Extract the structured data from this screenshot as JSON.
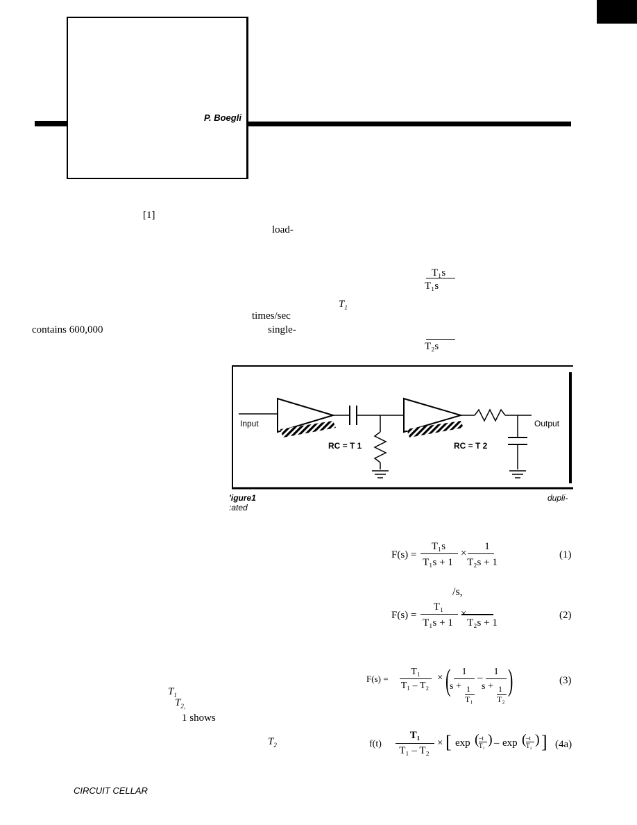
{
  "page": {
    "author": "P. Boegli",
    "footer": "CIRCUIT CELLAR"
  },
  "text_fragments": {
    "ref1": "[1]",
    "load": "load-",
    "t1s_top": "T₁s",
    "t1s_mid": "T₁s",
    "t1_italic": "T",
    "t1_italic_sub": "1",
    "times_sec": "times/sec",
    "contains": "contains 600,000",
    "single": "single-",
    "t2s_mid": "T₂s",
    "t1_lower": "T",
    "t1_lower_sub": "1",
    "t2_lower": "T",
    "t2_lower_sub": "2,",
    "one_shows": "1 shows",
    "t2_last": "T",
    "t2_last_sub": "2",
    "per_s": "/s,"
  },
  "figure": {
    "input_label": "Input",
    "output_label": "Output",
    "rc1_label": "RC = T 1",
    "rc2_label": "RC = T 2",
    "caption_left_1": "'igure1",
    "caption_left_2": ":ated",
    "caption_right": "dupli-"
  },
  "equations": {
    "eq1": {
      "lhs": "F(s) =",
      "num1": "T₁s",
      "den1": "T₁s + 1",
      "times": "×",
      "num2": "1",
      "den2": "T₂s + 1",
      "number": "(1)"
    },
    "eq2": {
      "lhs": "F(s) =",
      "num1": "T₁",
      "den1": "T₁s + 1",
      "times": "×",
      "den2": "T₂s + 1",
      "number": "(2)"
    },
    "eq3": {
      "lhs": "F(s) =",
      "num1": "T₁",
      "den1": "T₁ – T₂",
      "times": "×",
      "inner_num": "1",
      "inner_den_a": "s +",
      "inner_den_b": "T₁",
      "inner_den_c": "T₂",
      "minus": "–",
      "number": "(3)"
    },
    "eq4a": {
      "lhs": "f(t)",
      "num1": "T₁",
      "den1": "T₁ – T₂",
      "times": "×",
      "exp": "exp",
      "arg_num": "–t",
      "arg_den1": "T₁",
      "arg_den2": "T₂",
      "minus": "–",
      "number": "(4a)"
    }
  }
}
